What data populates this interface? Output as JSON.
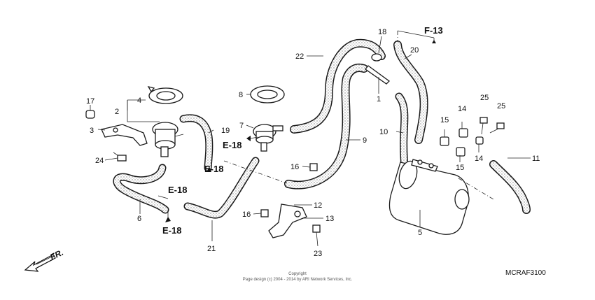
{
  "diagram": {
    "labels": {
      "p1": "1",
      "p2": "2",
      "p3": "3",
      "p4": "4",
      "p5": "5",
      "p6": "6",
      "p7": "7",
      "p8": "8",
      "p9": "9",
      "p10": "10",
      "p11": "11",
      "p12": "12",
      "p13": "13",
      "p14a": "14",
      "p14b": "14",
      "p15a": "15",
      "p15b": "15",
      "p16a": "16",
      "p16b": "16",
      "p17": "17",
      "p18": "18",
      "p19": "19",
      "p20": "20",
      "p21": "21",
      "p22": "22",
      "p23": "23",
      "p24": "24",
      "p25a": "25",
      "p25b": "25"
    },
    "refs": {
      "e18_a": "E-18",
      "e18_b": "E-18",
      "e18_c": "E-18",
      "e18_d": "E-18",
      "f13": "F-13"
    },
    "direction_label": "FR.",
    "copyright_line1": "Copyright",
    "copyright_line2": "Page design (c) 2004 - 2014 by ARI Network Services, Inc.",
    "diagram_code": "MCRAF3100",
    "hose_color": "#ebe5d8"
  }
}
